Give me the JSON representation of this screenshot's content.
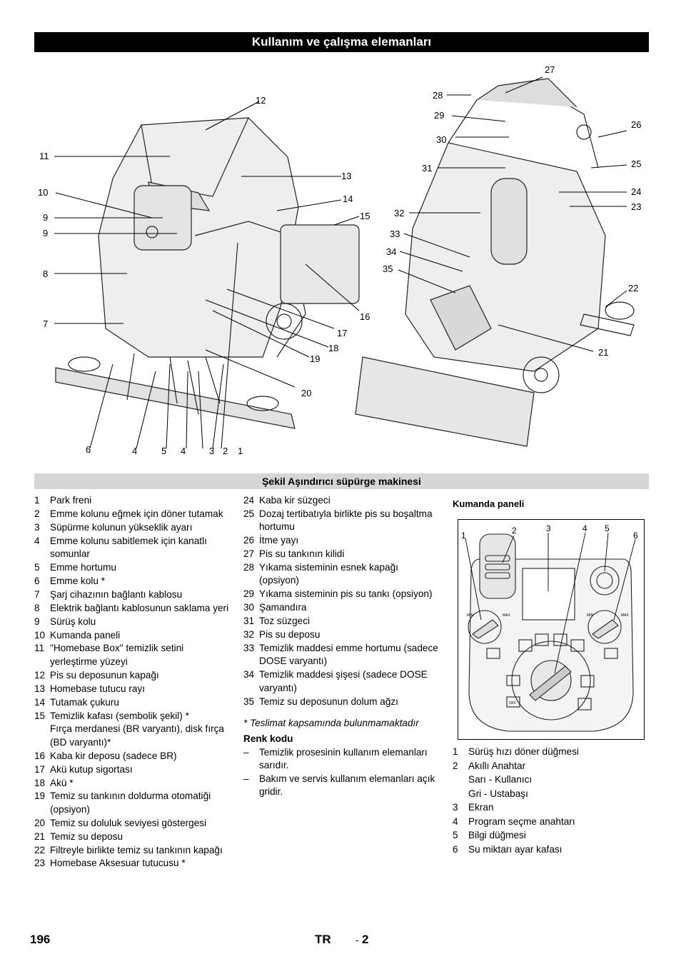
{
  "title": "Kullanım ve çalışma elemanları",
  "figure_labels": [
    "1",
    "2",
    "3",
    "4",
    "5",
    "4",
    "6",
    "7",
    "8",
    "9",
    "9",
    "10",
    "11",
    "12",
    "13",
    "14",
    "15",
    "16",
    "17",
    "18",
    "19",
    "20",
    "21",
    "22",
    "23",
    "24",
    "25",
    "26",
    "27",
    "28",
    "29",
    "30",
    "31",
    "32",
    "33",
    "34",
    "35"
  ],
  "caption": "Şekil Aşındırıcı süpürge makinesi",
  "list_col1": [
    {
      "num": "1",
      "text": "Park freni"
    },
    {
      "num": "2",
      "text": "Emme kolunu eğmek için döner tutamak"
    },
    {
      "num": "3",
      "text": "Süpürme kolunun yükseklik ayarı"
    },
    {
      "num": "4",
      "text": "Emme kolunu sabitlemek için kanatlı somunlar"
    },
    {
      "num": "5",
      "text": "Emme hortumu"
    },
    {
      "num": "6",
      "text": "Emme kolu *"
    },
    {
      "num": "7",
      "text": "Şarj cihazının bağlantı kablosu"
    },
    {
      "num": "8",
      "text": "Elektrik bağlantı kablosunun saklama yeri"
    },
    {
      "num": "9",
      "text": "Sürüş kolu"
    },
    {
      "num": "10",
      "text": "Kumanda paneli"
    },
    {
      "num": "11",
      "text": "\"Homebase Box\" temizlik setini yerleştirme yüzeyi"
    },
    {
      "num": "12",
      "text": "Pis su deposunun kapağı"
    },
    {
      "num": "13",
      "text": "Homebase tutucu rayı"
    },
    {
      "num": "14",
      "text": "Tutamak çukuru"
    },
    {
      "num": "15",
      "text": "Temizlik kafası (sembolik şekil) *"
    },
    {
      "num": "",
      "text": "Fırça merdanesi (BR varyantı), disk fırça (BD varyantı)*"
    },
    {
      "num": "16",
      "text": "Kaba kir deposu (sadece BR)"
    },
    {
      "num": "17",
      "text": "Akü kutup sigortası"
    },
    {
      "num": "18",
      "text": "Akü *"
    },
    {
      "num": "19",
      "text": "Temiz su tankının doldurma otomatiği (opsiyon)"
    },
    {
      "num": "20",
      "text": "Temiz su doluluk seviyesi göstergesi"
    },
    {
      "num": "21",
      "text": "Temiz su deposu"
    },
    {
      "num": "22",
      "text": "Filtreyle birlikte temiz su tankının kapağı"
    },
    {
      "num": "23",
      "text": "Homebase Aksesuar tutucusu *"
    }
  ],
  "list_col2": [
    {
      "num": "24",
      "text": "Kaba kir süzgeci"
    },
    {
      "num": "25",
      "text": "Dozaj tertibatıyla birlikte pis su boşaltma hortumu"
    },
    {
      "num": "26",
      "text": "İtme yayı"
    },
    {
      "num": "27",
      "text": "Pis su tankının kilidi"
    },
    {
      "num": "28",
      "text": "Yıkama sisteminin esnek kapağı (opsiyon)"
    },
    {
      "num": "29",
      "text": "Yıkama sisteminin pis su tankı (opsiyon)"
    },
    {
      "num": "30",
      "text": "Şamandıra"
    },
    {
      "num": "31",
      "text": "Toz süzgeci"
    },
    {
      "num": "32",
      "text": "Pis su deposu"
    },
    {
      "num": "33",
      "text": "Temizlik maddesi emme hortumu (sadece DOSE varyantı)"
    },
    {
      "num": "34",
      "text": "Temizlik maddesi şişesi (sadece DOSE varyantı)"
    },
    {
      "num": "35",
      "text": "Temiz su deposunun dolum ağzı"
    }
  ],
  "footnote": "* Teslimat kapsamında bulunmamaktadır",
  "color_code_heading": "Renk kodu",
  "color_code_items": [
    "Temizlik prosesinin kullanım elemanları sarıdır.",
    "Bakım ve servis kullanım elemanları açık gridir."
  ],
  "panel_heading": "Kumanda paneli",
  "panel_labels": [
    "1",
    "2",
    "3",
    "4",
    "5",
    "6"
  ],
  "panel_items": [
    {
      "num": "1",
      "text": "Sürüş hızı döner düğmesi"
    },
    {
      "num": "2",
      "text": "Akıllı Anahtar"
    },
    {
      "num": "",
      "text": "Sarı - Kullanıcı"
    },
    {
      "num": "",
      "text": "Gri - Ustabaşı"
    },
    {
      "num": "3",
      "text": "Ekran"
    },
    {
      "num": "4",
      "text": "Program seçme anahtarı"
    },
    {
      "num": "5",
      "text": "Bilgi düğmesi"
    },
    {
      "num": "6",
      "text": "Su miktarı ayar kafası"
    }
  ],
  "panel_dial_min": "MIN",
  "panel_dial_max": "MAX",
  "panel_off": "OFF",
  "footer": {
    "page": "196",
    "lang": "TR",
    "sep": "-",
    "num": "2"
  }
}
